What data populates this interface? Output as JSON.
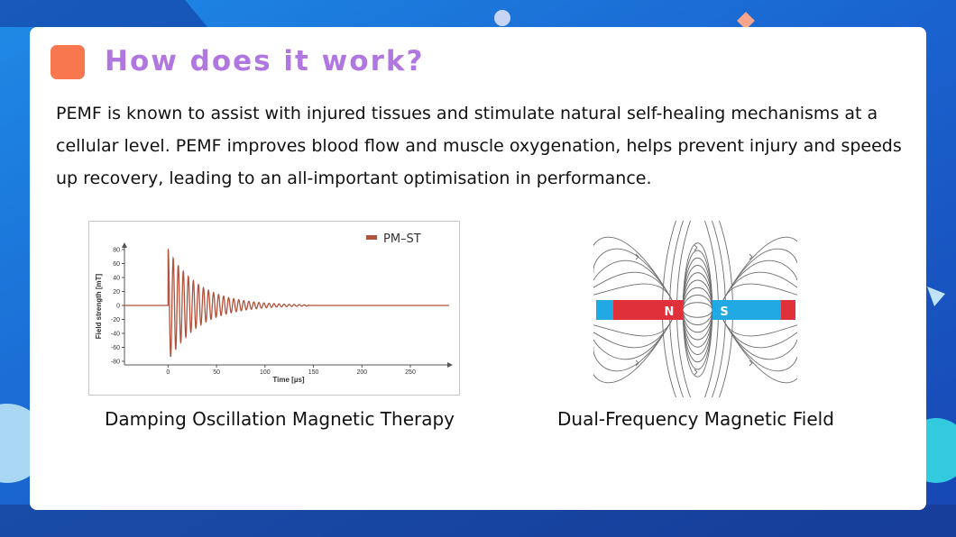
{
  "slide": {
    "title": "How does it work?",
    "body": "PEMF is known to assist with injured tissues and stimulate natural self-healing mechanisms at a cellular level. PEMF improves blood flow and muscle oxygenation, helps prevent injury and speeds up recovery, leading to an all-important optimisation in performance."
  },
  "left_figure": {
    "caption": "Damping Oscillation Magnetic Therapy",
    "chart_data": {
      "type": "line",
      "legend": "PM–ST",
      "legend_position": "top-right",
      "xlabel": "Time [µs]",
      "ylabel": "Field strength [mT]",
      "xticks": [
        "0",
        "50",
        "100",
        "150",
        "200",
        "250"
      ],
      "yticks": [
        "80",
        "60",
        "40",
        "20",
        "0",
        "-20",
        "-40",
        "-60",
        "-80"
      ],
      "xlim": [
        -45,
        290
      ],
      "ylim": [
        -80,
        80
      ],
      "grid": false,
      "series": [
        {
          "color": "#b0523c",
          "waveform": "damped sinusoid starting at t=0, peak ~80 mT, decaying to ~0 by ~130 µs"
        }
      ]
    }
  },
  "right_figure": {
    "caption": "Dual-Frequency Magnetic Field",
    "magnet_left_label": "N",
    "magnet_right_label": "S",
    "colors": {
      "north": "#e0313b",
      "south": "#21a9e3",
      "field_lines": "#6e6e6e"
    }
  },
  "colors": {
    "title": "#b177e0",
    "accent_square": "#f9774f",
    "background": "#1b69cf"
  }
}
